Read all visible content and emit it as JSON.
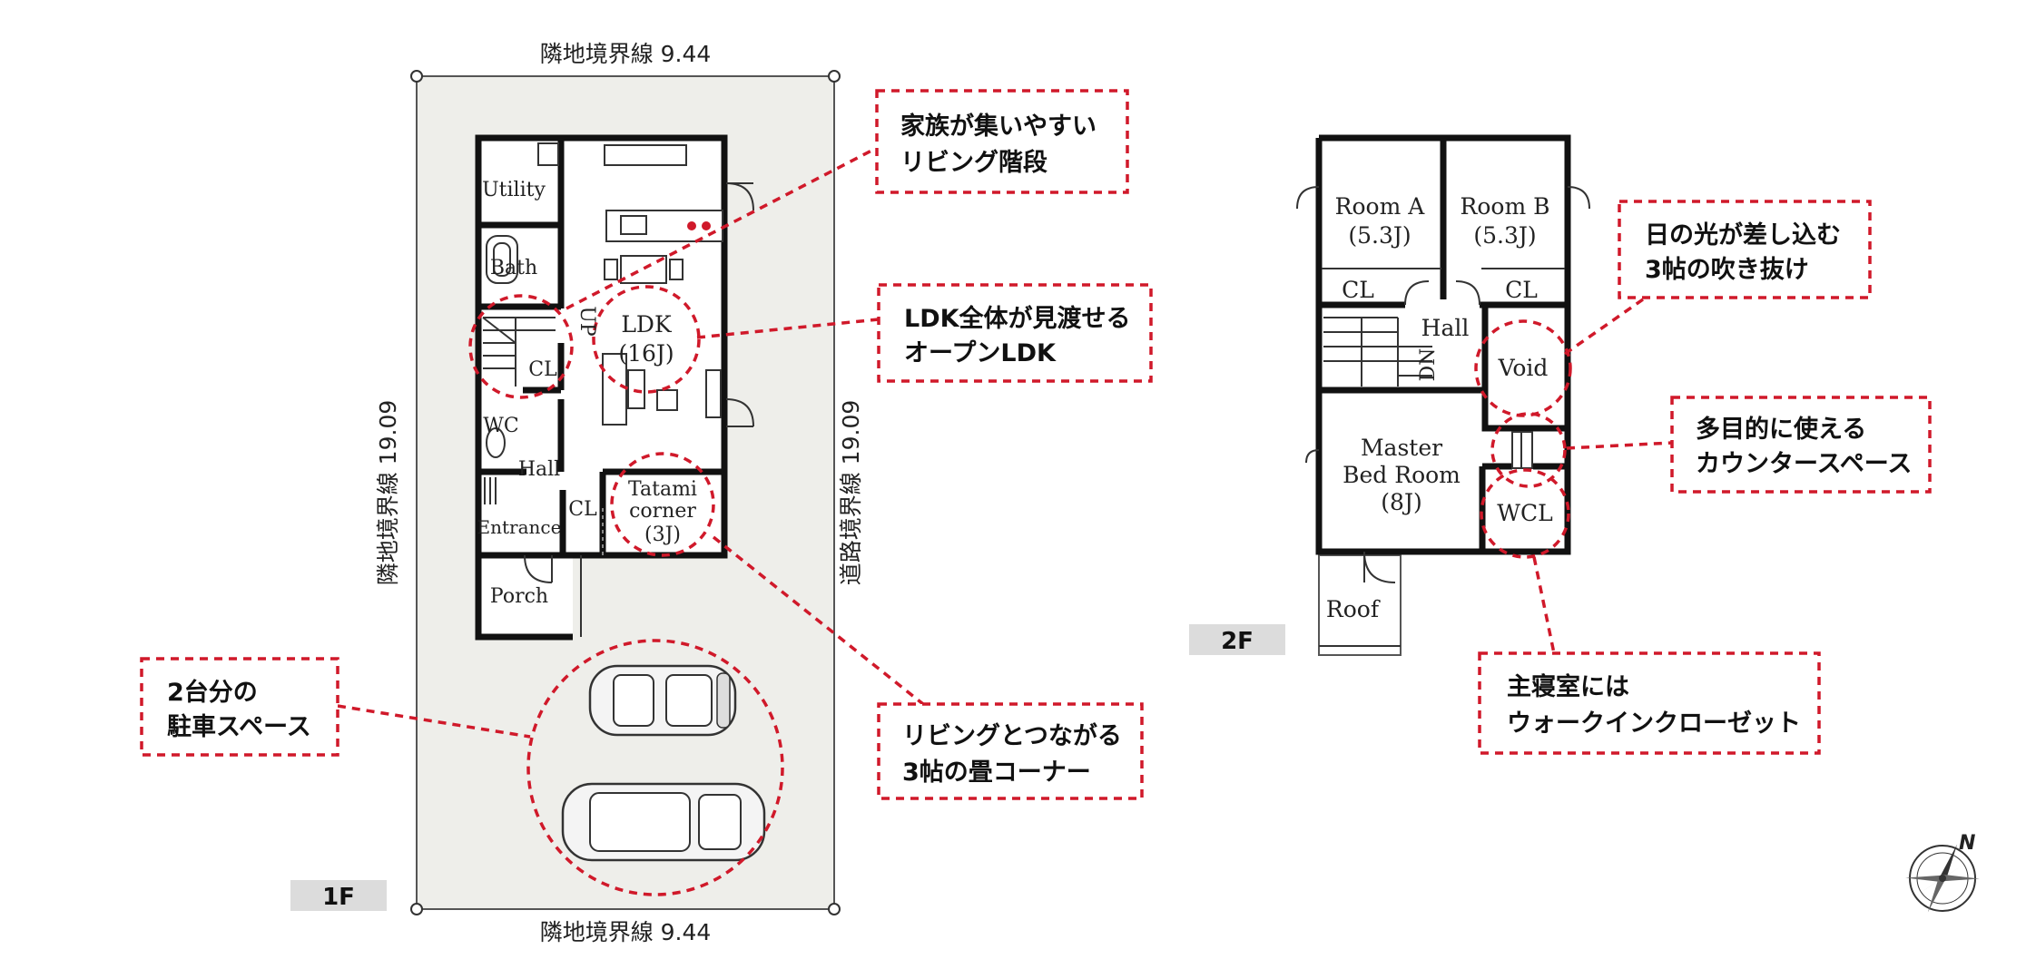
{
  "floor1": {
    "tag": "1F",
    "dims": {
      "top": "隣地境界線 9.44",
      "bottom": "隣地境界線 9.44",
      "left": "隣地境界線 19.09",
      "right": "道路境界線 19.09"
    },
    "rooms": {
      "utility": "Utility",
      "bath": "Bath",
      "up": "UP",
      "cl_stair": "CL",
      "ldk_name": "LDK",
      "ldk_size": "(16J)",
      "wc": "WC",
      "hall": "Hall",
      "cl_hall": "CL",
      "tatami_1": "Tatami",
      "tatami_2": "corner",
      "tatami_3": "(3J)",
      "entrance": "Entrance",
      "porch": "Porch"
    }
  },
  "floor2": {
    "tag": "2F",
    "rooms": {
      "room_a_name": "Room A",
      "room_a_size": "(5.3J)",
      "room_b_name": "Room B",
      "room_b_size": "(5.3J)",
      "cl_a": "CL",
      "cl_b": "CL",
      "hall": "Hall",
      "dn": "DN",
      "void": "Void",
      "master_1": "Master",
      "master_2": "Bed Room",
      "master_3": "(8J)",
      "wcl": "WCL",
      "roof": "Roof"
    }
  },
  "callouts": {
    "living_stairs": [
      "家族が集いやすい",
      "リビング階段"
    ],
    "open_ldk": [
      "LDK全体が見渡せる",
      "オープンLDK"
    ],
    "tatami": [
      "リビングとつながる",
      "3帖の畳コーナー"
    ],
    "parking": [
      "2台分の",
      "駐車スペース"
    ],
    "void": [
      "日の光が差し込む",
      "3帖の吹き抜け"
    ],
    "counter": [
      "多目的に使える",
      "カウンタースペース"
    ],
    "wcl": [
      "主寝室には",
      "ウォークインクローゼット"
    ]
  },
  "compass": {
    "north": "N"
  },
  "colors": {
    "accent_red": "#d0192a",
    "lot_fill": "#eeeeea",
    "tag_fill": "#dcdcdc"
  }
}
